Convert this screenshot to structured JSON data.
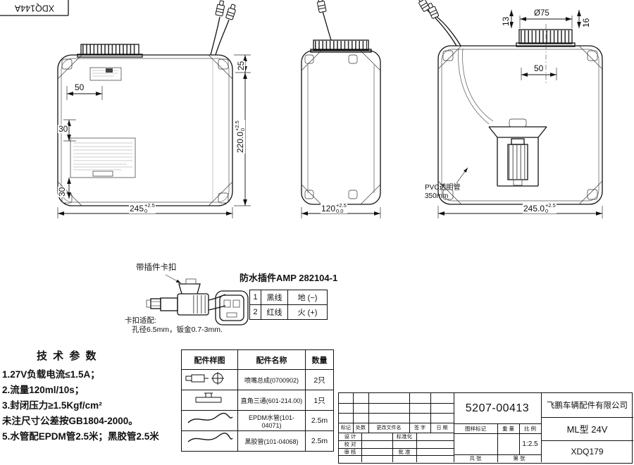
{
  "frame": {
    "doc_code": "XDQ144A"
  },
  "front_view": {
    "dim_50": "50",
    "dim_30_upper": "30",
    "dim_30_lower": "30",
    "dim_25": "25",
    "dim_height": {
      "main": "220.0",
      "tol_up": "+2.5",
      "tol_dn": "0"
    },
    "dim_width": {
      "main": "245",
      "tol_up": "+2.5",
      "tol_dn": "0"
    }
  },
  "side_view": {
    "dim_width": {
      "main": "120",
      "tol_up": "+2.5",
      "tol_dn": "0.0"
    }
  },
  "rear_view": {
    "dim_13": "13",
    "dim_cap": "Ø75",
    "dim_16": "16",
    "dim_50": "50",
    "dim_width": {
      "main": "245.0",
      "tol_up": "+2.5",
      "tol_dn": "0"
    },
    "pvc_note_line1": "PVC透明管",
    "pvc_note_line2": "350mm"
  },
  "connector_detail": {
    "clip_callout": "带插件卡扣",
    "title": "防水插件AMP 282104-1",
    "fit_note_line1": "卡扣适配:",
    "fit_note_line2": "孔径6.5mm，钣金0.7-3mm.",
    "pin_table": [
      {
        "pin": "1",
        "wire": "黑线",
        "polarity": "地 (−)"
      },
      {
        "pin": "2",
        "wire": "红线",
        "polarity": "火 (+)"
      }
    ]
  },
  "tech_notes": {
    "title": "技 术 参 数",
    "lines": [
      "1.27V负载电流≤1.5A；",
      "2.流量120ml/10s；",
      "3.封闭压力≥1.5Kgf/cm²",
      "未注尺寸公差按GB1804-2000。",
      "5.水管配EPDM管2.5米；黑胶管2.5米"
    ]
  },
  "parts_table": {
    "headers": [
      "配件样图",
      "配件名称",
      "数量"
    ],
    "rows": [
      {
        "name": "喷嘴总成(0700902)",
        "qty": "2只"
      },
      {
        "name": "直角三通(601-214.00)",
        "qty": "1只"
      },
      {
        "name": "EPDM水管(101-04071)",
        "qty": "2.5m"
      },
      {
        "name": "黑胶管(101-04068)",
        "qty": "2.5m"
      }
    ]
  },
  "title_block": {
    "part_number": "5207-00413",
    "company": "飞鹏车辆配件有限公司",
    "model": "ML型 24V",
    "drawing_code": "XDQ179",
    "scale_value": "1:2.5",
    "labels": {
      "mark": "标记",
      "count": "处数",
      "change_file": "更改文件名",
      "sign": "签 字",
      "date": "日 期",
      "design": "设 计",
      "standardize": "标准化",
      "check": "校 对",
      "review": "审 核",
      "approve": "批 准",
      "drawing_mark": "图样标记",
      "weight": "重 量",
      "scale": "比 例",
      "sheet_total": "共  张",
      "sheet_no": "第  张"
    }
  }
}
